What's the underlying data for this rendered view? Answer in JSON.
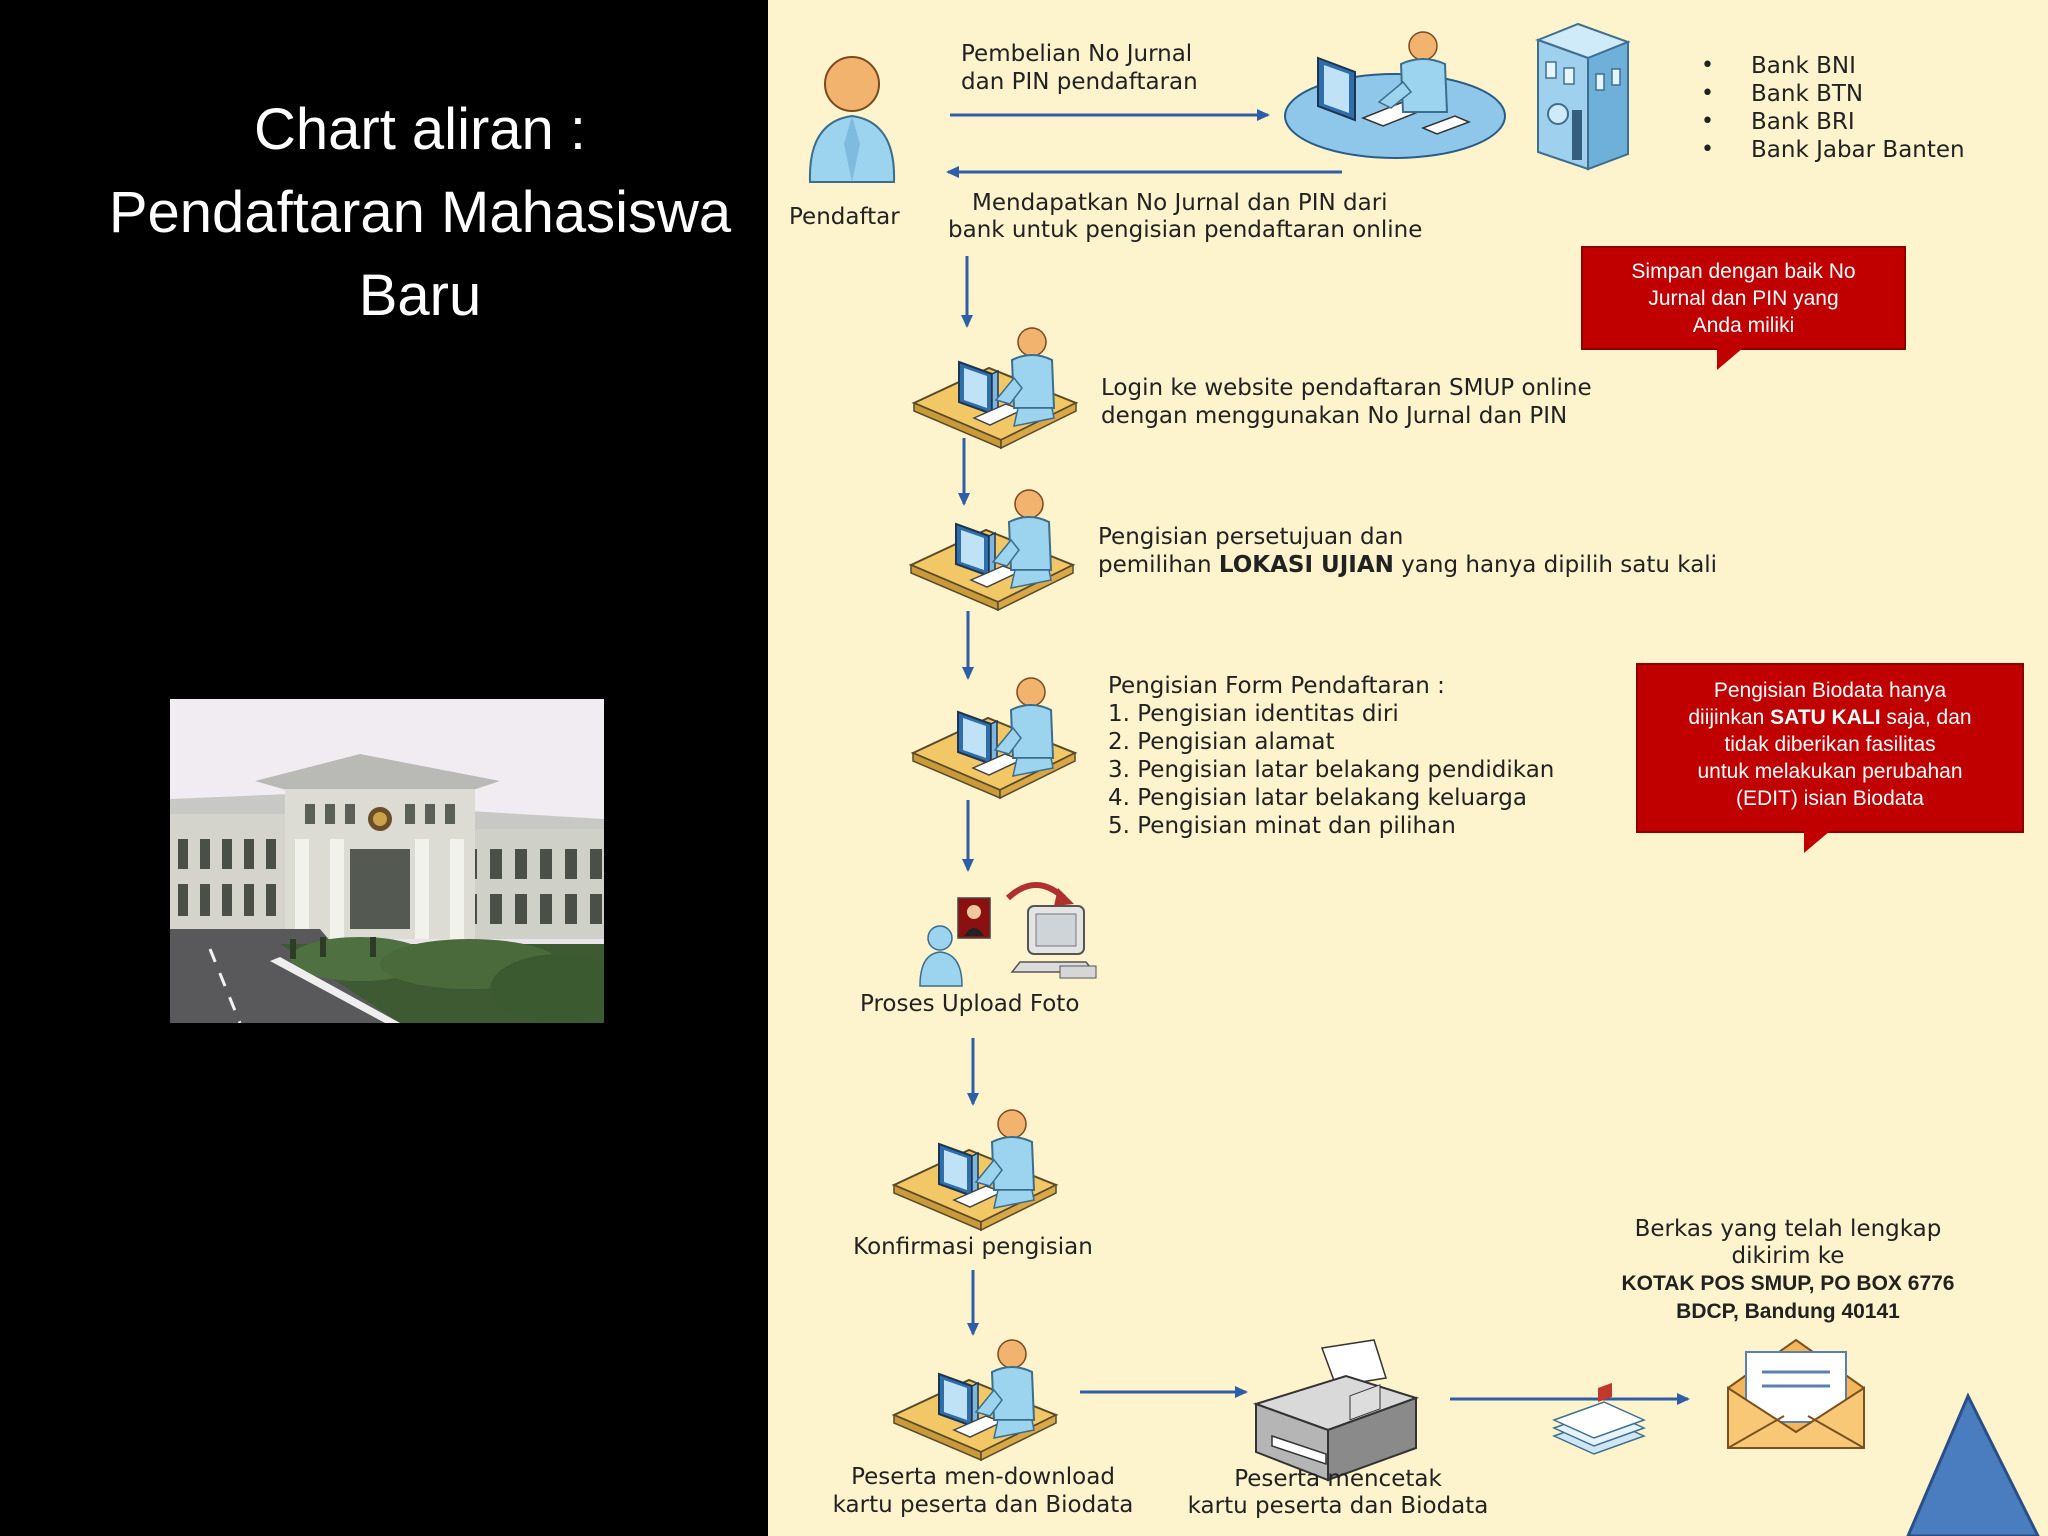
{
  "title": {
    "line1": "Chart aliran :",
    "line2": "Pendaftaran Mahasiswa",
    "line3": "Baru"
  },
  "actors": {
    "pendaftar": "Pendaftar"
  },
  "arrows": {
    "purchase_line1": "Pembelian No Jurnal",
    "purchase_line2": "dan PIN pendaftaran",
    "receive_line1": "Mendapatkan No Jurnal dan PIN dari",
    "receive_line2": "bank untuk pengisian pendaftaran online"
  },
  "banks": [
    "Bank BNI",
    "Bank BTN",
    "Bank BRI",
    "Bank Jabar Banten"
  ],
  "callouts": {
    "save_line1": "Simpan dengan baik No",
    "save_line2": "Jurnal dan PIN yang",
    "save_line3": "Anda miliki",
    "biodata_line1": "Pengisian Biodata hanya",
    "biodata_line2_pre": "diijinkan ",
    "biodata_line2_bold": "SATU KALI",
    "biodata_line2_post": " saja, dan",
    "biodata_line3": "tidak diberikan fasilitas",
    "biodata_line4": "untuk melakukan perubahan",
    "biodata_line5": "(EDIT) isian Biodata"
  },
  "steps": {
    "login_line1": "Login ke website pendaftaran SMUP online",
    "login_line2": "dengan menggunakan No Jurnal dan PIN",
    "consent_line1": "Pengisian persetujuan dan",
    "consent_line2_pre": "pemilihan ",
    "consent_line2_bold": "LOKASI UJIAN",
    "consent_line2_post": "  yang hanya dipilih satu kali",
    "form_heading": "Pengisian Form Pendaftaran :",
    "form_items": [
      "1. Pengisian identitas diri",
      "2. Pengisian alamat",
      "3. Pengisian latar belakang pendidikan",
      "4. Pengisian latar belakang keluarga",
      "5. Pengisian minat dan pilihan"
    ],
    "upload": "Proses Upload Foto",
    "confirm": "Konfirmasi pengisian",
    "download_line1": "Peserta men-download",
    "download_line2": "kartu peserta dan Biodata",
    "print_line1": "Peserta mencetak",
    "print_line2": "kartu peserta dan Biodata",
    "mail_line1": "Berkas  yang telah lengkap",
    "mail_line2": "dikirim ke",
    "mail_line3": "KOTAK POS SMUP, PO BOX 6776",
    "mail_line4": "BDCP, Bandung 40141"
  },
  "colors": {
    "panel_bg": "#fdf3cc",
    "arrow": "#2e5ea8",
    "callout_red": "#c00000",
    "nav_triangle": "#4a7cc0"
  },
  "icons": [
    "person-icon",
    "computer-user-icon",
    "bank-building-icon",
    "photo-upload-icon",
    "printer-icon",
    "envelope-icon",
    "documents-icon",
    "next-slide-triangle-icon"
  ]
}
